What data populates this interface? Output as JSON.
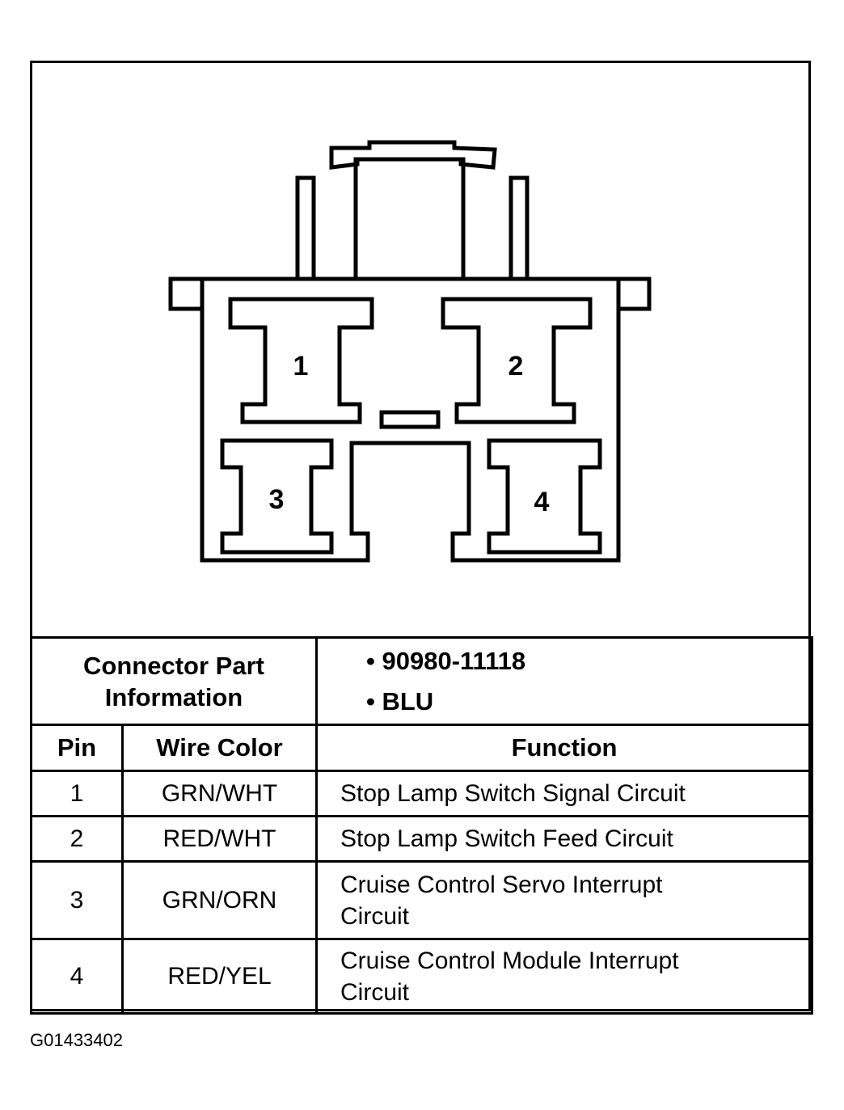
{
  "connector": {
    "pins": [
      "1",
      "2",
      "3",
      "4"
    ]
  },
  "part_info": {
    "label_line1": "Connector Part",
    "label_line2": "Information",
    "items": [
      "• 90980-11118",
      "• BLU"
    ]
  },
  "table": {
    "headers": {
      "pin": "Pin",
      "wire_color": "Wire Color",
      "function": "Function"
    },
    "rows": [
      {
        "pin": "1",
        "wire_color": "GRN/WHT",
        "function_line1": "Stop Lamp Switch Signal Circuit",
        "function_line2": ""
      },
      {
        "pin": "2",
        "wire_color": "RED/WHT",
        "function_line1": "Stop Lamp Switch Feed Circuit",
        "function_line2": ""
      },
      {
        "pin": "3",
        "wire_color": "GRN/ORN",
        "function_line1": "Cruise Control Servo Interrupt",
        "function_line2": "Circuit"
      },
      {
        "pin": "4",
        "wire_color": "RED/YEL",
        "function_line1": "Cruise Control Module Interrupt",
        "function_line2": "Circuit"
      }
    ]
  },
  "image_code": "G01433402"
}
